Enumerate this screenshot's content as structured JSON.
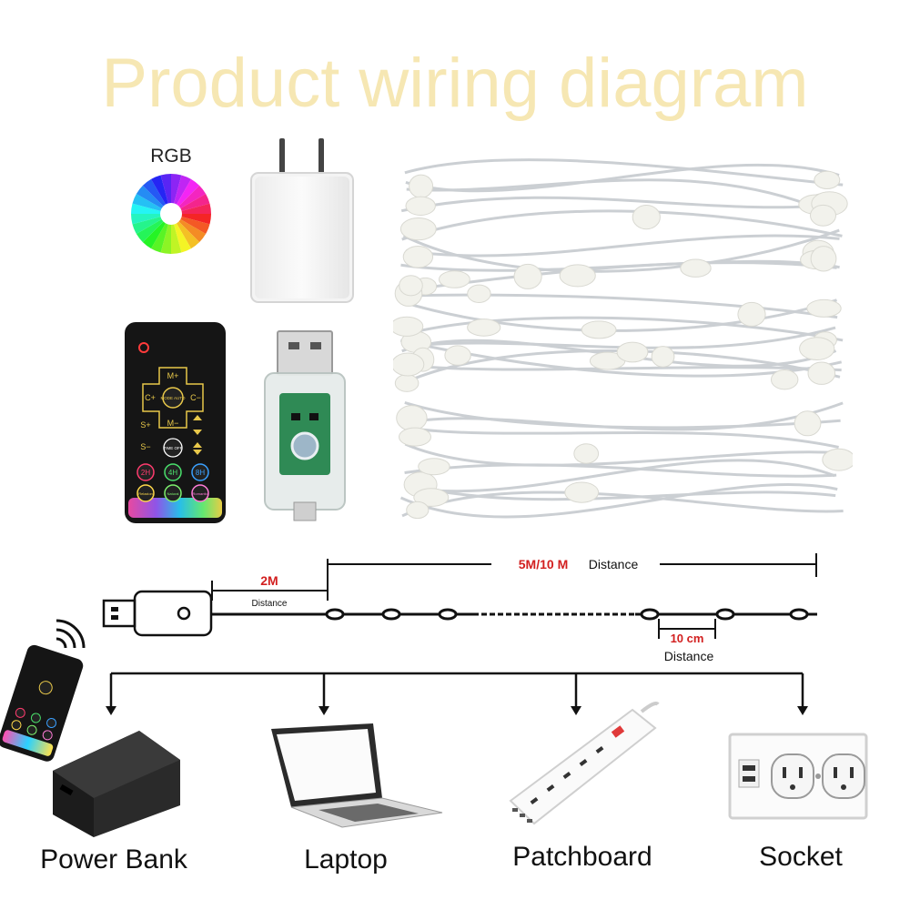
{
  "title": "Product wiring diagram",
  "rgb_label": "RGB",
  "remote": {
    "buttons": {
      "m_plus": "M+",
      "c_plus": "C+",
      "mode_auto": "MODE AUTO",
      "c_minus": "C−",
      "s_plus": "S+",
      "m_minus": "M−",
      "s_minus": "S−",
      "time_off": "TIME OFF",
      "h2": "2H",
      "h4": "4H",
      "h8": "8H",
      "relaxation": "Relaxion",
      "natural": "Natural",
      "romantic": "Romantic"
    }
  },
  "distances": {
    "lead_value": "2M",
    "lead_label": "Distance",
    "strip_value": "5M/10 M",
    "strip_label": "Distance",
    "spacing_value": "10 cm",
    "spacing_label": "Distance"
  },
  "power_sources": [
    {
      "label": "Power Bank"
    },
    {
      "label": "Laptop"
    },
    {
      "label": "Patchboard"
    },
    {
      "label": "Socket"
    }
  ],
  "colors": {
    "title": "#f6e7b3",
    "distance_red": "#d21f1f",
    "remote_accent": "#e8c84a"
  }
}
